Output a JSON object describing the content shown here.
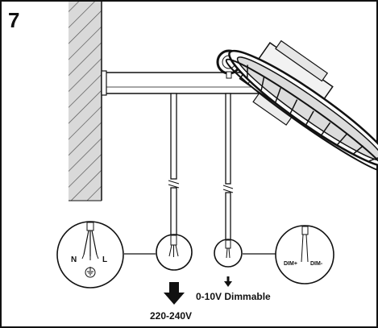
{
  "step_number": "7",
  "labels": {
    "neutral": "N",
    "live": "L",
    "dim_plus": "DIM+",
    "dim_minus": "DIM-",
    "dimming_wire": "0-10V Dimmable",
    "power_wire": "220-240V"
  },
  "colors": {
    "line": "#111111",
    "wall_fill": "#d9d9d9",
    "background": "#ffffff"
  },
  "icons": {
    "ground": "ground-symbol-icon",
    "power_arrow": "down-arrow-icon",
    "dim_arrow": "down-arrow-icon"
  }
}
